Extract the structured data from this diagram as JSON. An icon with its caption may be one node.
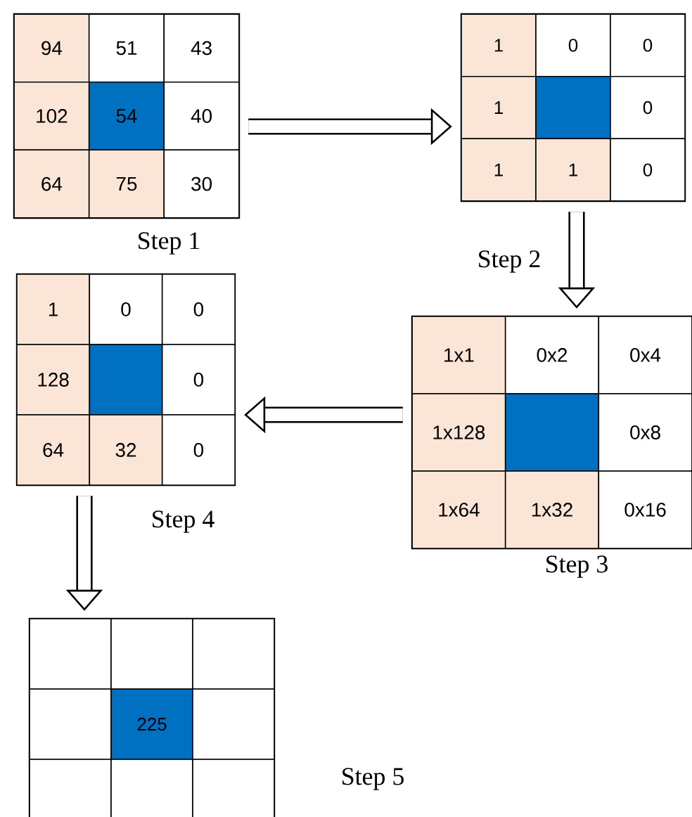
{
  "diagram": {
    "nodes": [
      {
        "text": [],
        "shape": "box",
        "beside": [
          "Step 1"
        ]
      },
      {
        "text": [
          "94"
        ],
        "in": 0
      },
      {
        "text": [
          "51"
        ],
        "in": 0
      },
      {
        "text": [
          "43"
        ],
        "in": 0
      },
      {
        "text": [
          "102"
        ],
        "in": 0
      },
      {
        "text": [
          "54"
        ],
        "in": 0
      },
      {
        "text": [
          "40"
        ],
        "in": 0
      },
      {
        "text": [
          "64"
        ],
        "in": 0
      },
      {
        "text": [
          "75"
        ],
        "in": 0
      },
      {
        "text": [
          "30"
        ],
        "in": 0
      },
      {
        "text": [],
        "shape": "box",
        "beside": [
          "Step 2"
        ]
      },
      {
        "text": [
          "1"
        ],
        "in": 10
      },
      {
        "text": [
          "0"
        ],
        "in": 10
      },
      {
        "text": [
          "0"
        ],
        "in": 10
      },
      {
        "text": [
          "1"
        ],
        "in": 10
      },
      {
        "text": [],
        "shape": "box",
        "in": 10
      },
      {
        "text": [
          "0"
        ],
        "in": 10
      },
      {
        "text": [
          "1"
        ],
        "in": 10
      },
      {
        "text": [
          "1"
        ],
        "in": 10
      },
      {
        "text": [
          "0"
        ],
        "in": 10
      },
      {
        "text": [],
        "shape": "box",
        "beside": [
          "Step 3"
        ]
      },
      {
        "text": [
          "1x1"
        ],
        "in": 20
      },
      {
        "text": [
          "0x2"
        ],
        "in": 20
      },
      {
        "text": [
          "0x4"
        ],
        "in": 20
      },
      {
        "text": [
          "1x128"
        ],
        "in": 20
      },
      {
        "text": [],
        "shape": "box",
        "in": 20
      },
      {
        "text": [
          "0x8"
        ],
        "in": 20
      },
      {
        "text": [
          "1x64"
        ],
        "in": 20
      },
      {
        "text": [
          "1x32"
        ],
        "in": 20
      },
      {
        "text": [
          "0x16"
        ],
        "in": 20
      },
      {
        "text": [],
        "shape": "box",
        "beside": [
          "Step 4"
        ]
      },
      {
        "text": [
          "1"
        ],
        "in": 30
      },
      {
        "text": [
          "0"
        ],
        "in": 30
      },
      {
        "text": [
          "0"
        ],
        "in": 30
      },
      {
        "text": [
          "128"
        ],
        "in": 30
      },
      {
        "text": [],
        "shape": "box",
        "in": 30
      },
      {
        "text": [
          "0"
        ],
        "in": 30
      },
      {
        "text": [
          "64"
        ],
        "in": 30
      },
      {
        "text": [
          "32"
        ],
        "in": 30
      },
      {
        "text": [
          "0"
        ],
        "in": 30
      },
      {
        "text": [],
        "shape": "box",
        "beside": [
          "Step 5"
        ]
      },
      {
        "text": [],
        "shape": "box",
        "in": 40
      },
      {
        "text": [],
        "shape": "box",
        "in": 40
      },
      {
        "text": [],
        "shape": "box",
        "in": 40
      },
      {
        "text": [],
        "shape": "box",
        "in": 40
      },
      {
        "text": [
          "225"
        ],
        "in": 40
      },
      {
        "text": [],
        "shape": "box",
        "in": 40
      },
      {
        "text": [],
        "shape": "box",
        "in": 40
      },
      {
        "text": [],
        "shape": "box",
        "in": 40
      },
      {
        "text": [],
        "shape": "box",
        "in": 40
      }
    ],
    "edges": [
      {
        "from": 0,
        "to": 10,
        "arrow": "to"
      },
      {
        "from": 10,
        "to": 20,
        "arrow": "to"
      },
      {
        "from": 20,
        "to": 30,
        "arrow": "to"
      },
      {
        "from": 30,
        "to": 40,
        "arrow": "to"
      }
    ]
  }
}
